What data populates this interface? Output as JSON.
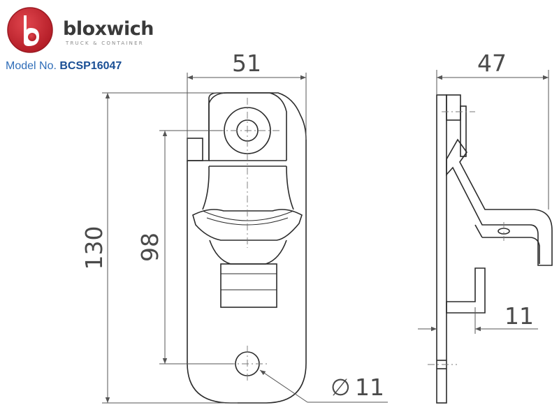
{
  "brand": {
    "name": "bloxwich",
    "tagline": "TRUCK & CONTAINER",
    "logo_letter": "b",
    "logo_color": "#c4202b"
  },
  "model": {
    "label": "Model No.",
    "value": "BCSP16047"
  },
  "dimensions": {
    "front_width": "51",
    "front_height": "130",
    "hole_spacing": "98",
    "hole_diameter": "11",
    "diameter_symbol": "∅",
    "side_depth": "47",
    "side_hook": "11"
  },
  "colors": {
    "line": "#2b2b2b",
    "dim_line": "#555555",
    "dim_text": "#4a4a4a",
    "model_text": "#1f5aa6"
  }
}
